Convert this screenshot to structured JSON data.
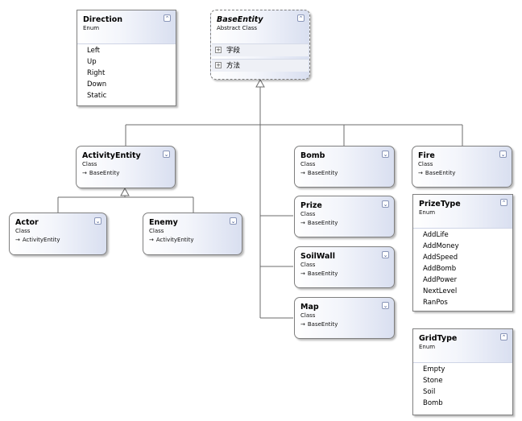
{
  "diagram": {
    "base_entity": {
      "name": "BaseEntity",
      "kind": "Abstract Class",
      "sections": [
        "字段",
        "方法"
      ]
    },
    "direction": {
      "name": "Direction",
      "kind": "Enum",
      "literals": [
        "Left",
        "Up",
        "Right",
        "Down",
        "Static"
      ]
    },
    "activity_entity": {
      "name": "ActivityEntity",
      "kind": "Class",
      "base": "BaseEntity"
    },
    "actor": {
      "name": "Actor",
      "kind": "Class",
      "base": "ActivityEntity"
    },
    "enemy": {
      "name": "Enemy",
      "kind": "Class",
      "base": "ActivityEntity"
    },
    "bomb": {
      "name": "Bomb",
      "kind": "Class",
      "base": "BaseEntity"
    },
    "prize": {
      "name": "Prize",
      "kind": "Class",
      "base": "BaseEntity"
    },
    "soil_wall": {
      "name": "SoilWall",
      "kind": "Class",
      "base": "BaseEntity"
    },
    "map": {
      "name": "Map",
      "kind": "Class",
      "base": "BaseEntity"
    },
    "fire": {
      "name": "Fire",
      "kind": "Class",
      "base": "BaseEntity"
    },
    "prize_type": {
      "name": "PrizeType",
      "kind": "Enum",
      "literals": [
        "AddLife",
        "AddMoney",
        "AddSpeed",
        "AddBomb",
        "AddPower",
        "NextLevel",
        "RanPos"
      ]
    },
    "grid_type": {
      "name": "GridType",
      "kind": "Enum",
      "literals": [
        "Empty",
        "Stone",
        "Soil",
        "Bomb"
      ]
    }
  }
}
